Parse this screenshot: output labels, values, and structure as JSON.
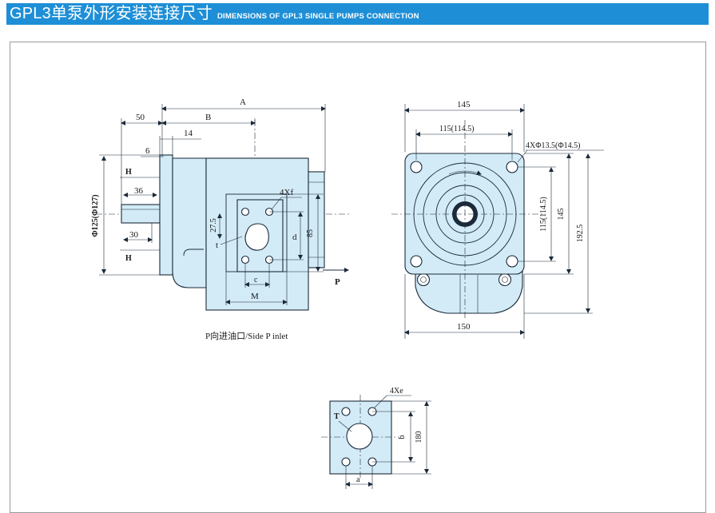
{
  "header": {
    "title_cn": "GPL3单泵外形安装连接尺寸",
    "title_en": "DIMENSIONS OF GPL3 SINGLE PUMPS CONNECTION"
  },
  "side_view": {
    "dim_A": "A",
    "dim_50": "50",
    "dim_B": "B",
    "dim_14": "14",
    "dim_6": "6",
    "label_H_top": "H",
    "label_H_bottom": "H",
    "dim_36": "36",
    "dim_30": "30",
    "dim_diameter": "Φ125(Φ127)",
    "dim_4xf": "4Xf",
    "dim_27_5": "27.5",
    "label_t": "t",
    "dim_d": "d",
    "dim_85": "85",
    "dim_c": "c",
    "dim_M": "M",
    "label_P": "P",
    "caption": "P向进油口/Side P inlet"
  },
  "front_view": {
    "dim_145_top": "145",
    "dim_115": "115(114.5)",
    "dim_4x_hole": "4XΦ13.5(Φ14.5)",
    "dim_115_vert": "115(114.5)",
    "dim_145_vert": "145",
    "dim_192_5": "192.5",
    "dim_150": "150"
  },
  "port_view": {
    "dim_4xe": "4Xe",
    "label_T": "T",
    "dim_b": "b",
    "dim_180": "180",
    "dim_a": "a"
  },
  "colors": {
    "header_bg": "#1e8fd6",
    "part_fill": "#d3ebf6"
  }
}
